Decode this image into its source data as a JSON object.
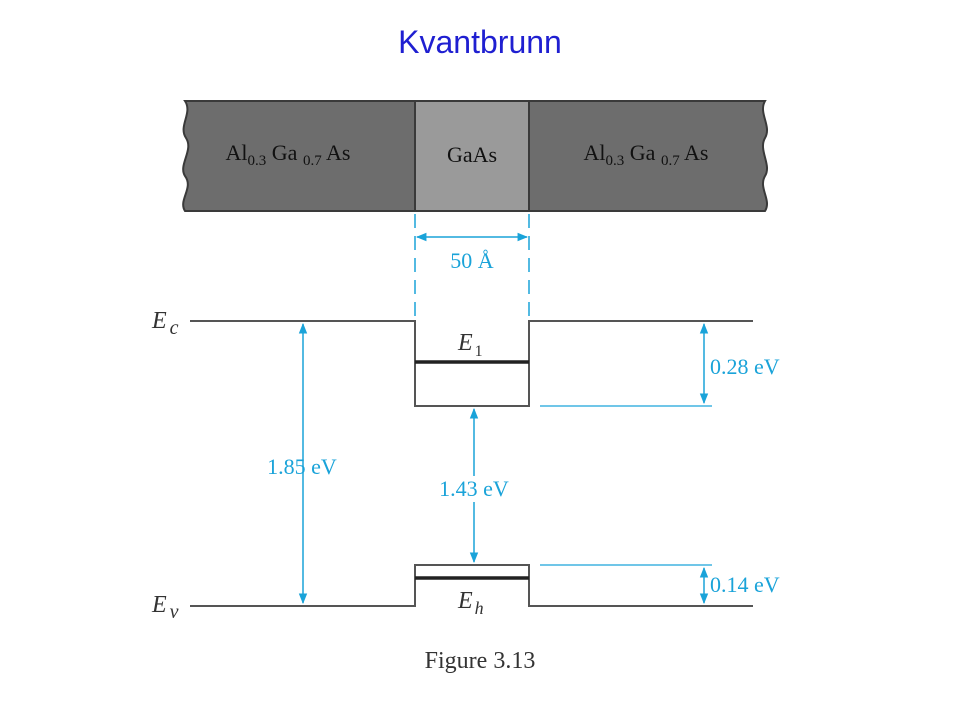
{
  "title": "Kvantbrunn",
  "caption": "Figure 3.13",
  "layers": {
    "left": {
      "base": "Al",
      "sub1": "0.3",
      "mid": " Ga ",
      "sub2": "0.7",
      "end": " As"
    },
    "center": "GaAs",
    "right": {
      "base": "Al",
      "sub1": "0.3",
      "mid": " Ga ",
      "sub2": "0.7",
      "end": " As"
    }
  },
  "labels": {
    "width": "50 Å",
    "ec": {
      "main": "E",
      "sub": "c"
    },
    "ev": {
      "main": "E",
      "sub": "v"
    },
    "e1": {
      "main": "E",
      "sub": "1"
    },
    "eh": {
      "main": "E",
      "sub": "h"
    },
    "gap_barrier": "1.85 eV",
    "gap_well": "1.43 eV",
    "offset_cb": "0.28 eV",
    "offset_vb": "0.14 eV"
  },
  "colors": {
    "title": "#1f1fd1",
    "dimension": "#1aa3d9",
    "barrier_fill": "#6d6d6d",
    "well_fill": "#9a9a9a"
  }
}
